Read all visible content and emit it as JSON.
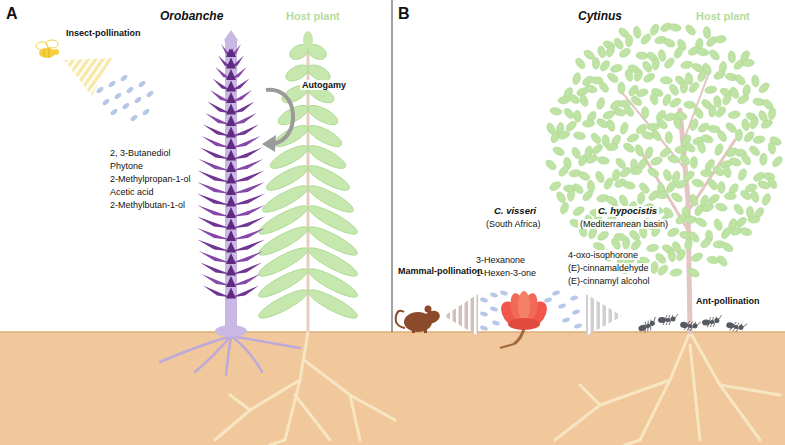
{
  "diagram": {
    "labels": [
      "A",
      "Orobanche",
      "Host plant",
      "Insect-pollination",
      "Autogamy",
      "2, 3-Butanediol",
      "Phytone",
      "2-Methylpropan-1-ol",
      "Acetic acid",
      "2-Methylbutan-1-ol",
      "B",
      "Cytinus",
      "Host plant",
      "C. visseri",
      "(South Africa)",
      "C. hypocistis",
      "(Mediterranean basin)",
      "Mammal-pollination",
      "3-Hexanone",
      "1-Hexen-3-one",
      "4-oxo-isophorone",
      "(E)-cinnamaldehyde",
      "(E)-cinnamyl alcohol",
      "Ant-pollination"
    ]
  }
}
